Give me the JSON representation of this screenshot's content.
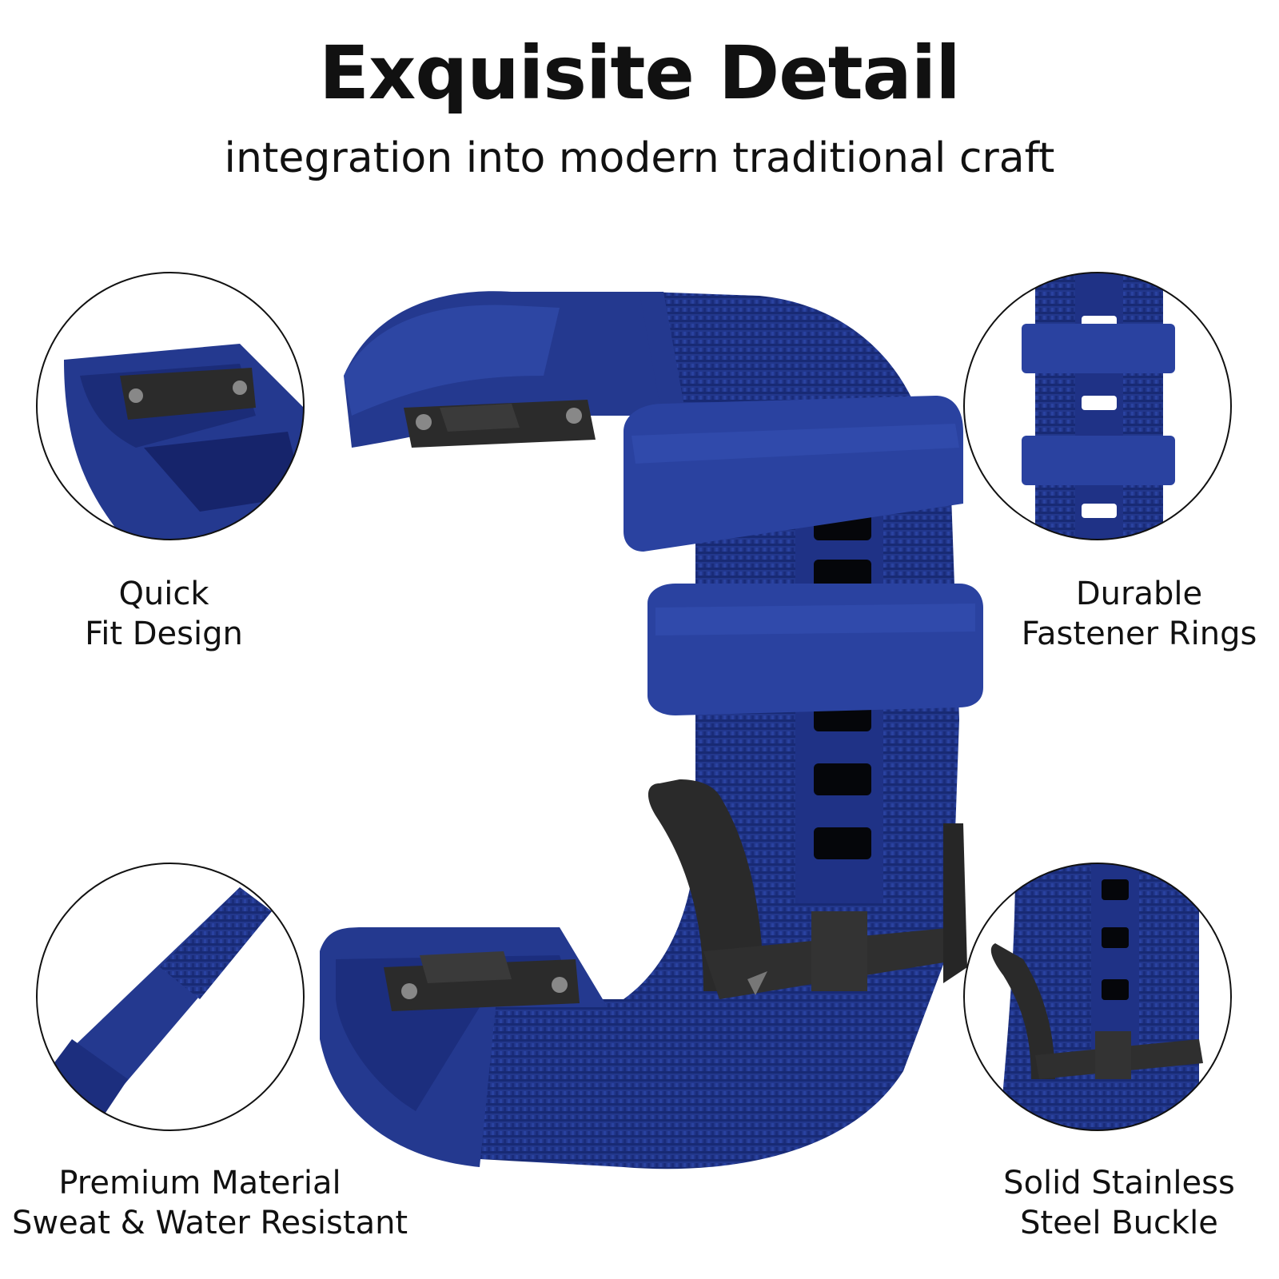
{
  "header": {
    "title": "Exquisite Detail",
    "subtitle": "integration into modern traditional craft"
  },
  "features": {
    "quick_fit": {
      "line1": "Quick",
      "line2": "Fit Design",
      "icon": "quick-fit-connector-icon"
    },
    "fastener": {
      "line1": "Durable",
      "line2": "Fastener Rings",
      "icon": "fastener-ring-icon"
    },
    "premium": {
      "line1": "Premium Material",
      "line2": "Sweat & Water Resistant",
      "icon": "strap-material-icon"
    },
    "buckle": {
      "line1": "Solid Stainless",
      "line2": "Steel Buckle",
      "icon": "buckle-icon"
    }
  },
  "colors": {
    "strap_blue": "#24398f",
    "strap_dark": "#16246b",
    "weave": "#1a2a7a",
    "metal": "#2b2b2b",
    "background": "#ffffff"
  }
}
